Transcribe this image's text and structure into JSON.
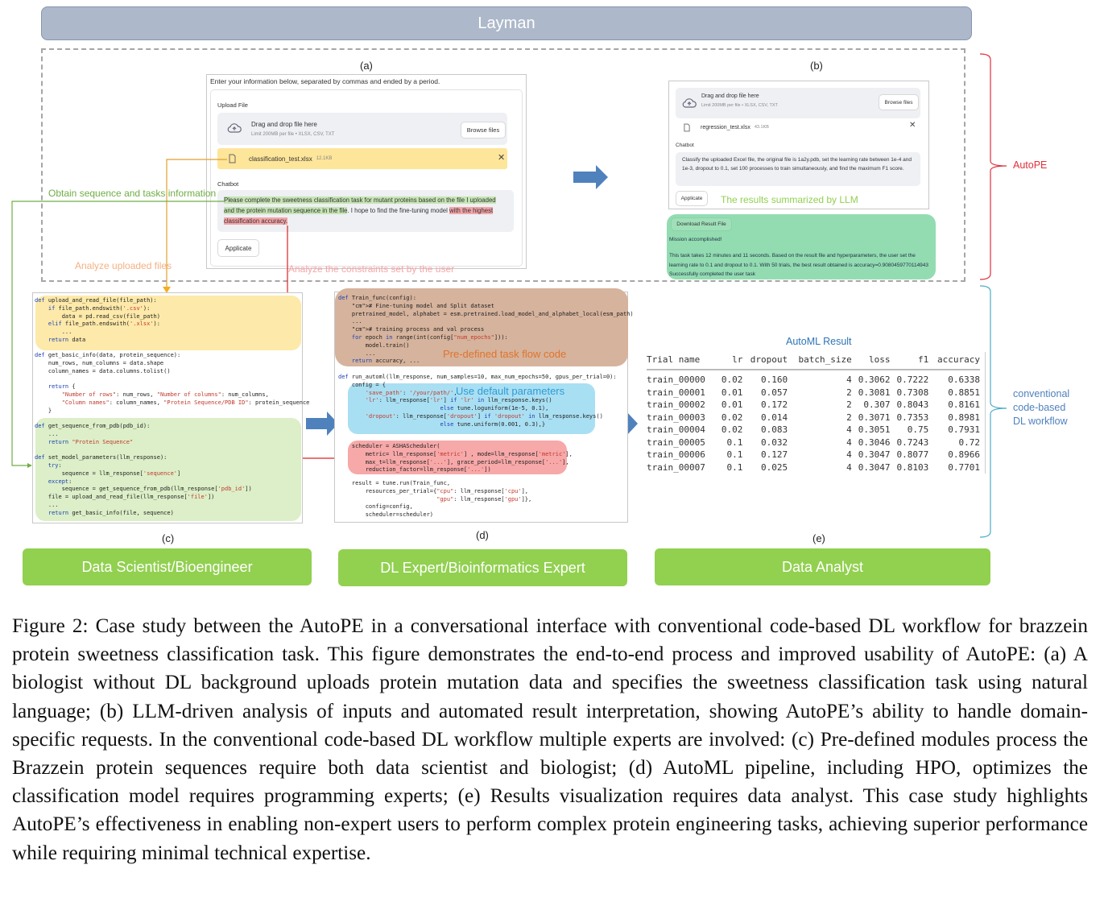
{
  "header": {
    "layman": "Layman"
  },
  "panel_labels": {
    "a": "(a)",
    "b": "(b)",
    "c": "(c)",
    "d": "(d)",
    "e": "(e)"
  },
  "panel_a": {
    "intro": "Enter your information below, separated by commas and ended by a period.",
    "upload_label": "Upload File",
    "drop_title": "Drag and drop file here",
    "drop_sub": "Limit 200MB per file • XLSX, CSV, TXT",
    "browse": "Browse files",
    "file_name": "classification_test.xlsx",
    "file_size": "12.1KB",
    "chatbot_label": "Chatbot",
    "chat_green": "Please complete the sweetness classification task for mutant proteins based on the file I uploaded and the protein mutation sequence in the file",
    "chat_plain": ". I hope to find the fine-tuning model ",
    "chat_red": "with the highest classification accuracy.",
    "apply": "Applicate"
  },
  "panel_b": {
    "drop_title": "Drag and drop file here",
    "drop_sub": "Limit 200MB per file • XLSX, CSV, TXT",
    "browse": "Browse files",
    "file_name": "regression_test.xlsx",
    "file_size": "43.1KB",
    "chatbot_label": "Chatbot",
    "chat_text": "Classify the uploaded Excel file, the original file is 1a2y.pdb, set the learning rate between 1e-4 and 1e-3, dropout to 0.1, set 100 processes to train simultaneously, and find the maximum F1 score.",
    "apply": "Applicate",
    "summary_note": "The results summarized by LLM",
    "download": "Download Result File",
    "mission": "Mission accomplished!",
    "result_text": "This task takes 12 minutes and 11 seconds. Based on the result file and hyperparameters, the user set the learning rate to 0.1 and dropout to 0.1. With 50 trials, the best result obtained is accuracy=0.9080459770114943 Successfully completed the user task"
  },
  "annotations": {
    "obtain": "Obtain sequence and tasks information",
    "analyze_files": "Analyze uploaded files",
    "analyze_constraints": "Analyze the constraints set by the user",
    "predefined": "Pre-defined task flow code",
    "defaults": "Use default parameters"
  },
  "code_c": {
    "block1": [
      "def upload_and_read_file(file_path):",
      "    if file_path.endswith('.csv'):",
      "        data = pd.read_csv(file_path)",
      "    elif file_path.endswith('.xlsx'):",
      "        ...",
      "    return data"
    ],
    "block2": [
      "def get_basic_info(data, protein_sequence):",
      "    num_rows, num_columns = data.shape",
      "    column_names = data.columns.tolist()",
      "",
      "    return {",
      "        \"Number of rows\": num_rows, \"Number of columns\": num_columns,",
      "        \"Column names\": column_names, \"Protein Sequence/PDB ID\": protein_sequence",
      "    }"
    ],
    "block3": [
      "def get_sequence_from_pdb(pdb_id):",
      "    ...",
      "    return \"Protein Sequence\"",
      "",
      "def set_model_parameters(llm_response):",
      "    try:",
      "        sequence = llm_response['sequence']",
      "    except:",
      "        sequence = get_sequence_from_pdb(llm_response['pdb_id'])",
      "    file = upload_and_read_file(llm_response['file'])",
      "    ...",
      "    return get_basic_info(file, sequence)"
    ]
  },
  "code_d": {
    "block1": [
      "def Train_func(config):",
      "    # Fine-tuning model and Split dataset",
      "    pretrained_model, alphabet = esm.pretrained.load_model_and_alphabet_local(esm_path)",
      "    ...",
      "    # training process and val process",
      "    for epoch in range(int(config[\"num_epochs\"])):",
      "        model.train()",
      "        ...",
      "    return accuracy, ..."
    ],
    "block2": [
      "def run_automl(llm_response, num_samples=10, max_num_epochs=50, gpus_per_trial=0):",
      "    config = {",
      "        'save_path': '/your/path/',",
      "        'lr': llm_response['lr'] if 'lr' in llm_response.keys()",
      "                              else tune.loguniform(1e-5, 0.1),",
      "        'dropout': llm_response['dropout'] if 'dropout' in llm_response.keys()",
      "                              else tune.uniform(0.001, 0.3),}"
    ],
    "block3": [
      "    scheduler = ASHAScheduler(",
      "        metric= llm_response['metric'] , mode=llm_response['metric'],",
      "        max_t=llm_response['...'], grace_period=llm_response['...'],",
      "        reduction_factor=llm_response['...'])"
    ],
    "block4": [
      "    result = tune.run(Train_func,",
      "        resources_per_trial={\"cpu\": llm_response['cpu'],",
      "                             \"gpu\": llm_response['gpu']},",
      "        config=config,",
      "        scheduler=scheduler)"
    ]
  },
  "automl": {
    "title": "AutoML Result",
    "columns": [
      "Trial name",
      "lr",
      "dropout",
      "batch_size",
      "loss",
      "f1",
      "accuracy"
    ],
    "rows": [
      [
        "train_00000",
        "0.02",
        "0.160",
        "4",
        "0.3062",
        "0.7222",
        "0.6338"
      ],
      [
        "train_00001",
        "0.01",
        "0.057",
        "2",
        "0.3081",
        "0.7308",
        "0.8851"
      ],
      [
        "train_00002",
        "0.01",
        "0.172",
        "2",
        "0.307",
        "0.8043",
        "0.8161"
      ],
      [
        "train_00003",
        "0.02",
        "0.014",
        "2",
        "0.3071",
        "0.7353",
        "0.8981"
      ],
      [
        "train_00004",
        "0.02",
        "0.083",
        "4",
        "0.3051",
        "0.75",
        "0.7931"
      ],
      [
        "train_00005",
        "0.1",
        "0.032",
        "4",
        "0.3046",
        "0.7243",
        "0.72"
      ],
      [
        "train_00006",
        "0.1",
        "0.127",
        "4",
        "0.3047",
        "0.8077",
        "0.8966"
      ],
      [
        "train_00007",
        "0.1",
        "0.025",
        "4",
        "0.3047",
        "0.8103",
        "0.7701"
      ]
    ]
  },
  "braces": {
    "autope": "AutoPE",
    "conventional": [
      "conventional",
      "code-based",
      "DL workflow"
    ]
  },
  "roles": [
    "Data Scientist/Bioengineer",
    "DL Expert/Bioinformatics Expert",
    "Data Analyst"
  ],
  "caption": "Figure 2: Case study between the AutoPE in a conversational interface with conventional code-based DL workflow for brazzein protein sweetness classification task. This figure demonstrates the end-to-end process and improved usability of AutoPE: (a) A biologist without DL background uploads protein mutation data and specifies the sweetness classification task using natural language; (b) LLM-driven analysis of inputs and automated result interpretation, showing AutoPE’s ability to handle domain-specific requests.  In the conventional code-based DL workflow multiple experts are involved: (c) Pre-defined modules process the Brazzein protein sequences require both data scientist and biologist; (d) AutoML pipeline, including HPO, optimizes the classification model requires programming experts; (e) Results visualization requires data analyst. This case study highlights AutoPE’s effectiveness in enabling non-expert users to perform complex protein engineering tasks, achieving superior performance while requiring minimal technical expertise.",
  "colors": {
    "green_role": "#92d050",
    "layman": "#adb9ca",
    "autope_red": "#e0303a",
    "conventional_blue": "#4f81bd"
  }
}
